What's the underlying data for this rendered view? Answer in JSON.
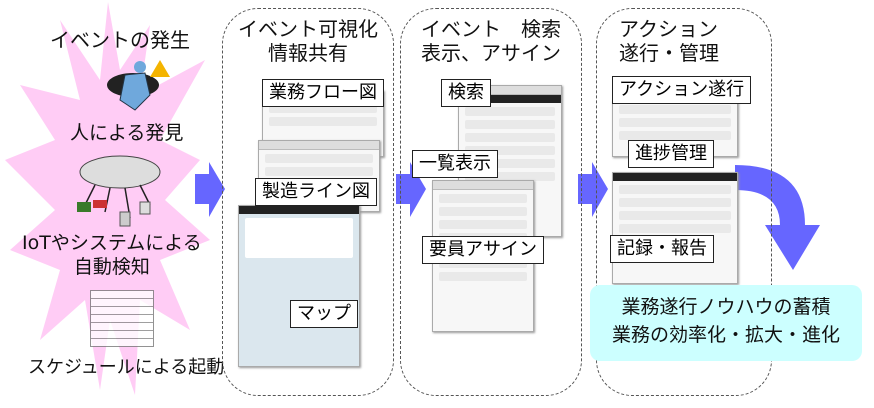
{
  "event_origin": {
    "title": "イベントの発生",
    "human": "人による発見",
    "iot": [
      "IoTやシステムによる",
      "自動検知"
    ],
    "schedule": "スケジュールによる起動"
  },
  "panels": [
    {
      "title": [
        "イベント可視化",
        "情報共有"
      ],
      "labels": [
        "業務フロー図",
        "製造ライン図",
        "マップ"
      ]
    },
    {
      "title": [
        "イベント　検索",
        "表示、アサイン"
      ],
      "labels": [
        "検索",
        "一覧表示",
        "要員アサイン"
      ]
    },
    {
      "title": [
        "アクション",
        "遂行・管理"
      ],
      "labels": [
        "アクション遂行",
        "進捗管理",
        "記録・報告"
      ]
    }
  ],
  "outcome": [
    "業務遂行ノウハウの蓄積",
    "業務の効率化・拡大・進化"
  ],
  "colors": {
    "arrow": "#6666ff",
    "burst": "#ffccf5",
    "outcome": "#ccffff"
  }
}
